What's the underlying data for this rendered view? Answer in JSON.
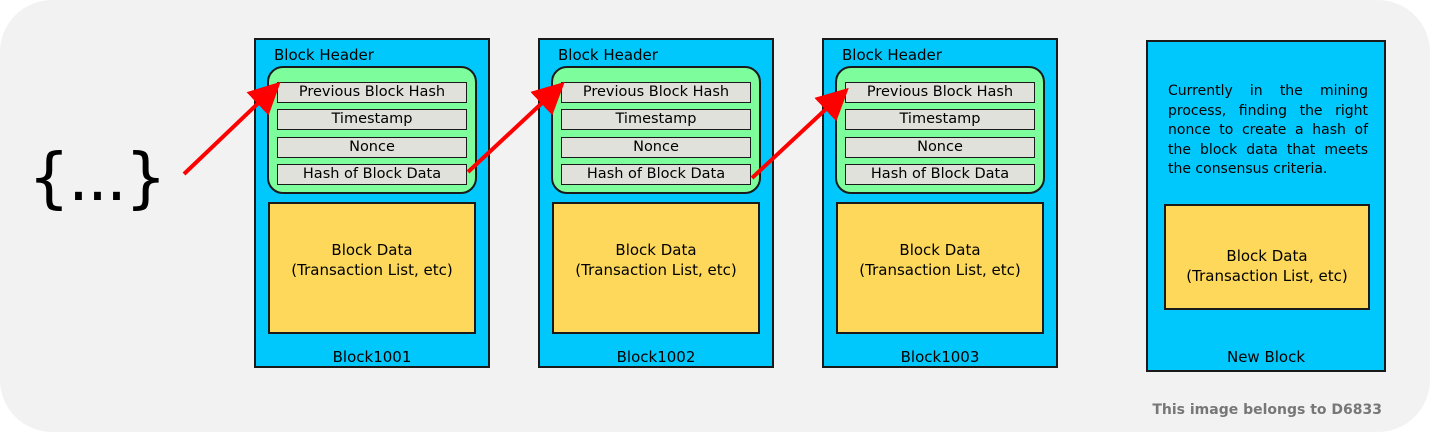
{
  "ellipsis": "{...}",
  "blocks": [
    {
      "header_label": "Block Header",
      "fields": [
        "Previous Block Hash",
        "Timestamp",
        "Nonce",
        "Hash of Block Data"
      ],
      "data_line1": "Block Data",
      "data_line2": "(Transaction List, etc)",
      "label": "Block1001"
    },
    {
      "header_label": "Block Header",
      "fields": [
        "Previous Block Hash",
        "Timestamp",
        "Nonce",
        "Hash of Block Data"
      ],
      "data_line1": "Block Data",
      "data_line2": "(Transaction List, etc)",
      "label": "Block1002"
    },
    {
      "header_label": "Block Header",
      "fields": [
        "Previous Block Hash",
        "Timestamp",
        "Nonce",
        "Hash of Block Data"
      ],
      "data_line1": "Block Data",
      "data_line2": "(Transaction List, etc)",
      "label": "Block1003"
    }
  ],
  "new_block": {
    "note": "Currently in the mining process, finding the right nonce to create a hash of the block data that meets the consensus criteria.",
    "data_line1": "Block Data",
    "data_line2": "(Transaction List, etc)",
    "label": "New Block"
  },
  "watermark": "This image belongs to D6833",
  "colors": {
    "block": "#00c8fd",
    "header": "#7dfd9b",
    "field": "#e1e1dc",
    "data": "#fdd85a",
    "arrow": "#ff0000",
    "background": "#f2f2f2"
  }
}
